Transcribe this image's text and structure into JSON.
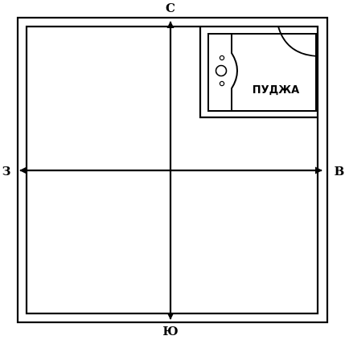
{
  "compass": {
    "north": "С",
    "south": "Ю",
    "west": "З",
    "east": "В"
  },
  "rooms": {
    "corner_room_label": "ПУДЖА"
  },
  "colors": {
    "ink": "#000000",
    "paper": "#ffffff"
  },
  "icons": {
    "arrows": "double-headed-arrow",
    "fixture": "sink-icon"
  }
}
